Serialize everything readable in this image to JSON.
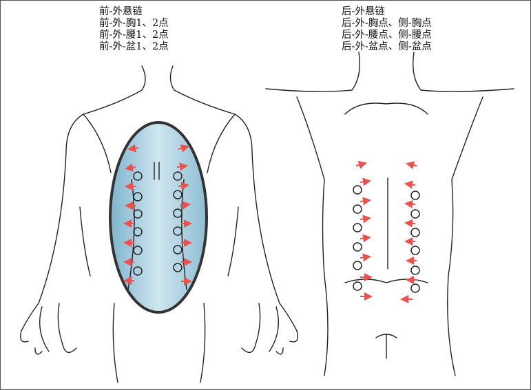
{
  "front": {
    "title": "前-外悬链",
    "lines": [
      "前-外-胸1、2点",
      "前-外-腰1、2点",
      "前-外-盆1、2点"
    ]
  },
  "back": {
    "title": "后-外悬链",
    "lines": [
      "后-外-胸点、侧-胸点",
      "后-外-腰点、侧-腰点",
      "后-外-盆点、侧-盆点"
    ]
  },
  "colors": {
    "arrow": "#e8524f",
    "ellipse_fill": "#a9cfe0",
    "outline": "#222222"
  }
}
